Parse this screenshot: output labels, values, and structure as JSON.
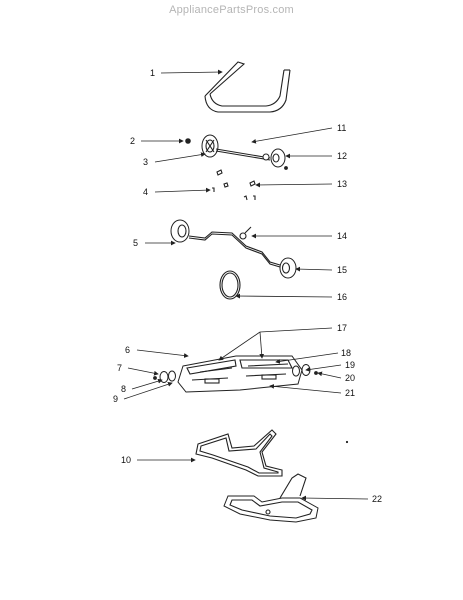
{
  "site": {
    "watermark": "AppliancePartsPros.com"
  },
  "callouts": [
    "1",
    "2",
    "3",
    "4",
    "5",
    "6",
    "7",
    "8",
    "9",
    "10",
    "11",
    "12",
    "13",
    "14",
    "15",
    "16",
    "17",
    "18",
    "19",
    "20",
    "21",
    "22"
  ]
}
